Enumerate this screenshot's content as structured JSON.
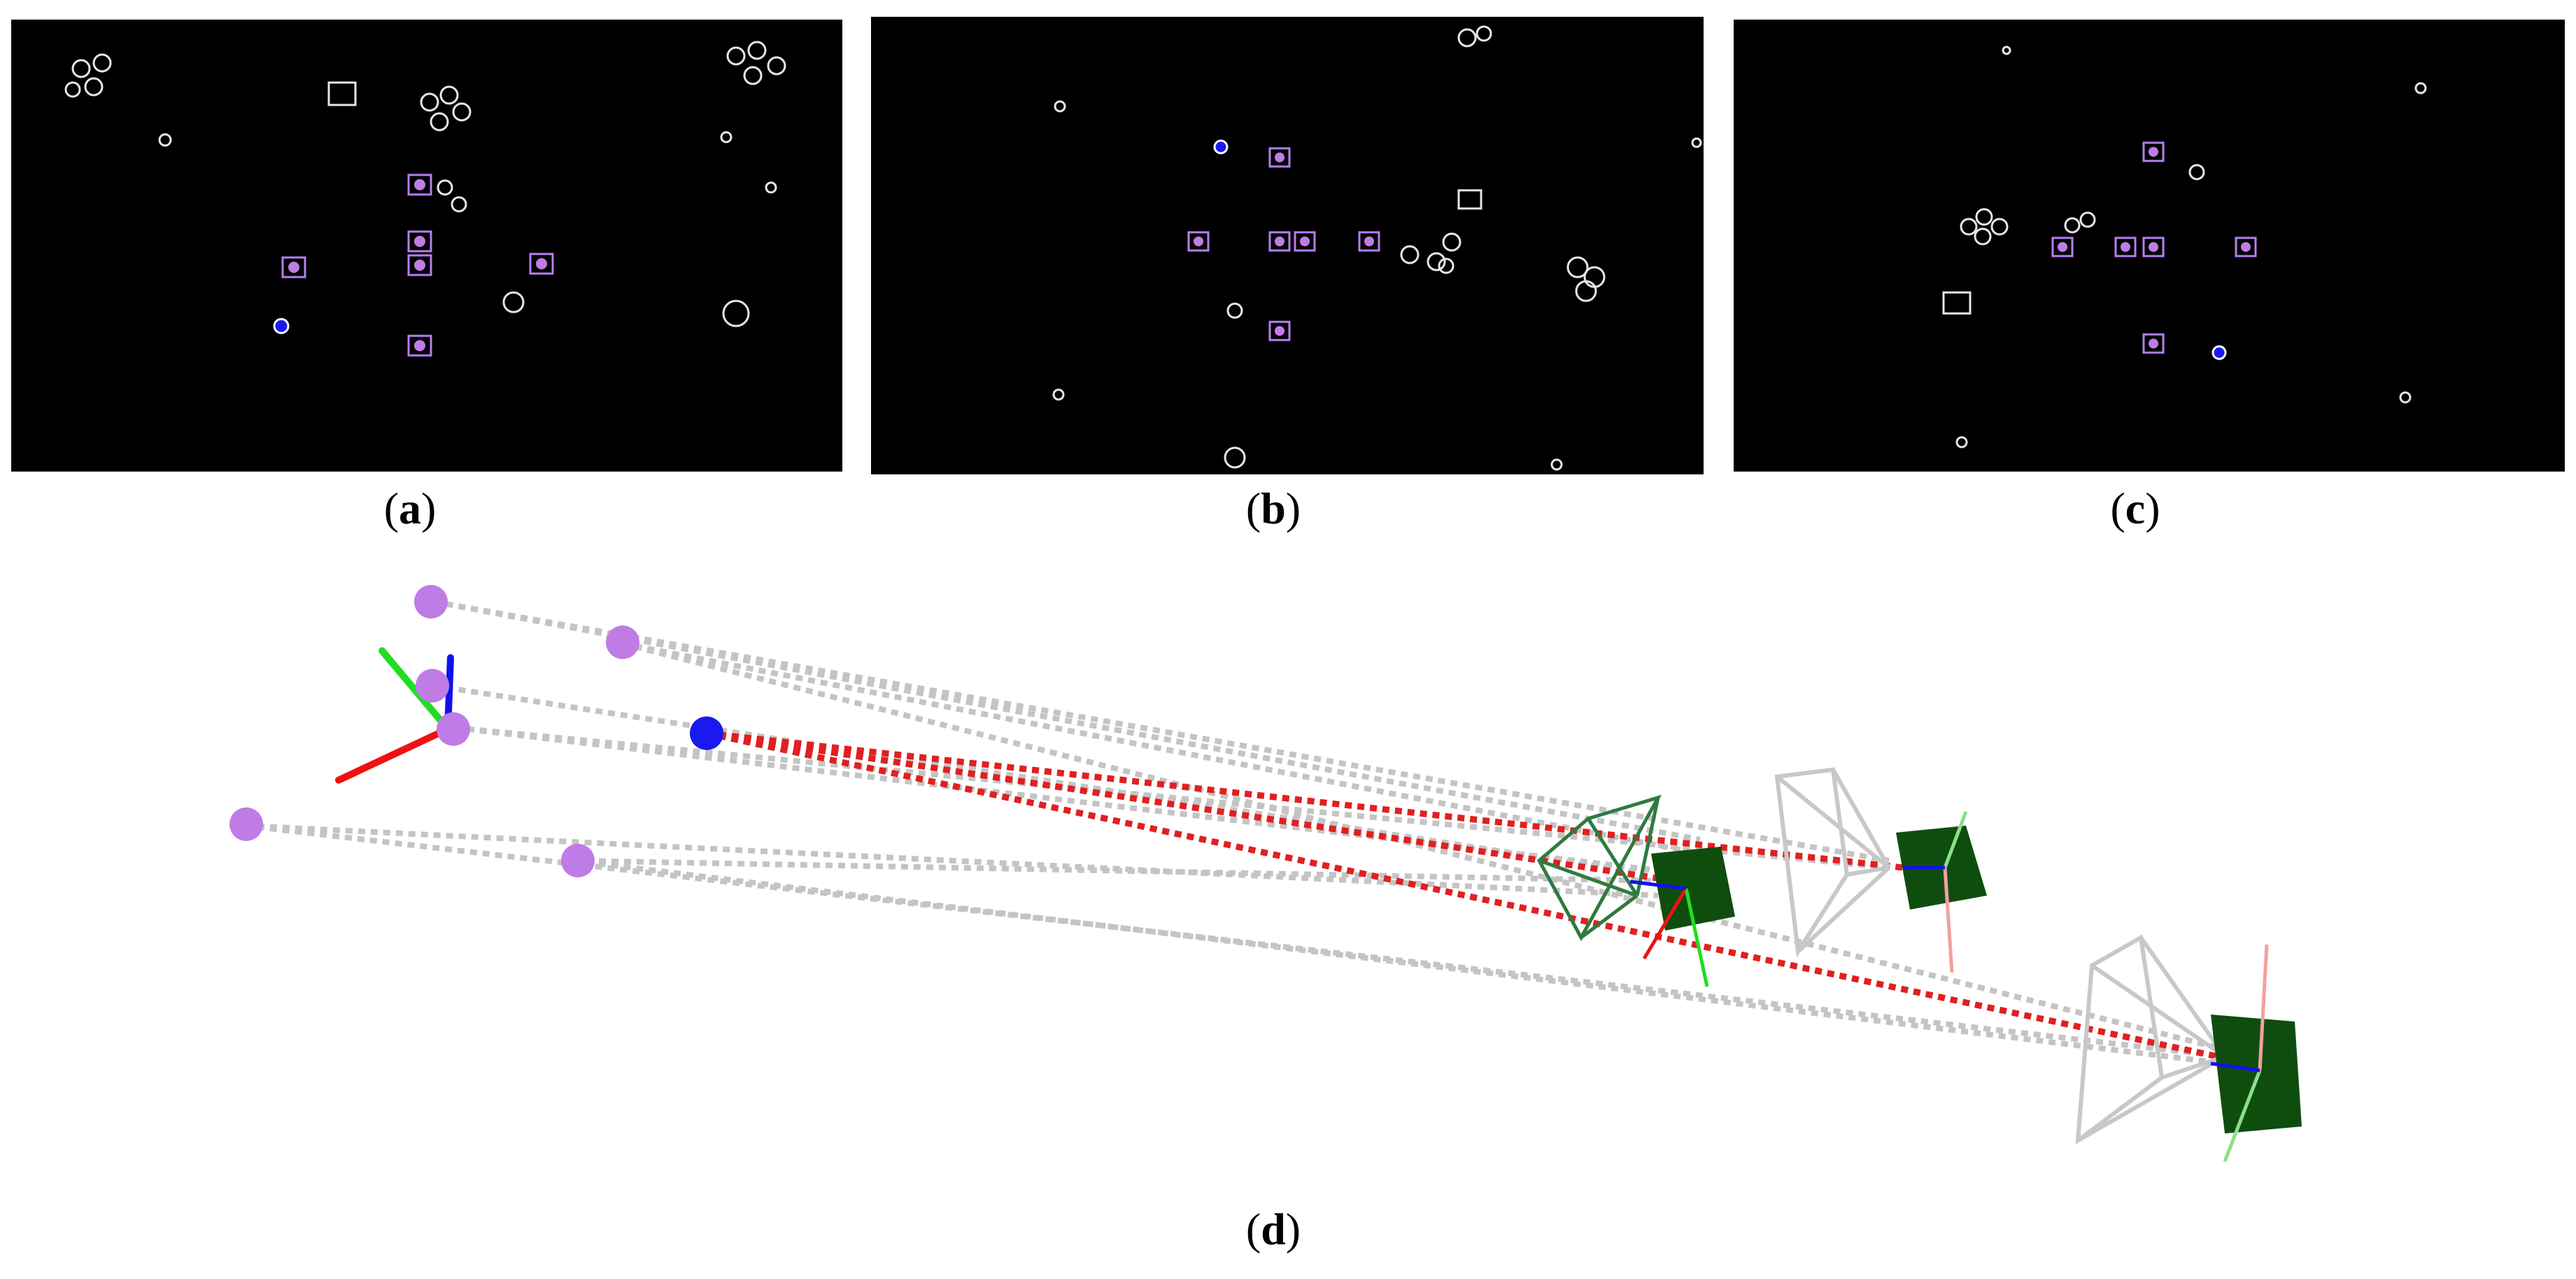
{
  "captions": {
    "a": "a",
    "b": "b",
    "c": "c",
    "d": "d"
  },
  "colors": {
    "marker_box": "#b67ef0",
    "marker_dot_purple": "#c07ce6",
    "marker_dot_blue": "#1a1aee",
    "reflector": "#e6e6e6",
    "background_panel": "#000000",
    "camera_body": "#0f4d0f",
    "ray_gray": "#bdbdbd",
    "ray_red": "#e02020",
    "axis_x": "#ee1111",
    "axis_y": "#22dd22",
    "axis_z": "#1111ee"
  },
  "panels": [
    {
      "id": "a",
      "type": "binary-image",
      "detected_markers": 7,
      "blue_marker": 1
    },
    {
      "id": "b",
      "type": "binary-image",
      "detected_markers": 7,
      "blue_marker": 1
    },
    {
      "id": "c",
      "type": "binary-image",
      "detected_markers": 7,
      "blue_marker": 1
    }
  ],
  "scene": {
    "type": "3d-reconstruction",
    "marker_points_purple": 6,
    "marker_points_blue": 1,
    "cameras": 3,
    "icons": [
      "coordinate-axes-icon",
      "camera-frustum-icon",
      "camera-body-icon"
    ]
  }
}
